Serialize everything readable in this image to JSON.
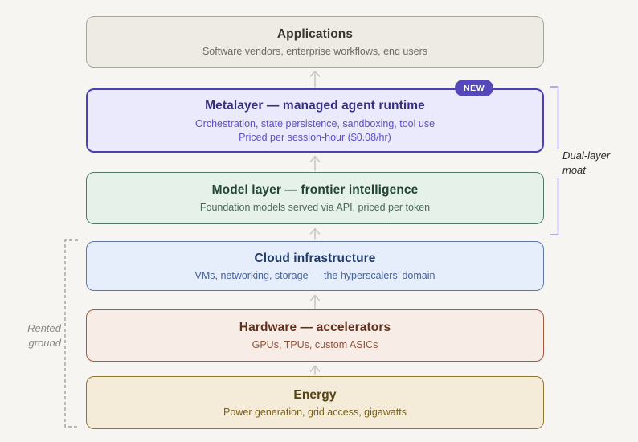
{
  "canvas": {
    "background": "#f6f5f2"
  },
  "layers": [
    {
      "id": "applications",
      "title": "Applications",
      "subtitle_lines": [
        "Software vendors, enterprise workflows, end users"
      ],
      "colors": {
        "fill": "#edebe4",
        "border": "#a7a499",
        "title": "#38362f",
        "subtitle": "#6d6b62"
      }
    },
    {
      "id": "metalayer",
      "title": "Metalayer — managed agent runtime",
      "subtitle_lines": [
        "Orchestration, state persistence, sandboxing, tool use",
        "Priced per session-hour ($0.08/hr)"
      ],
      "badge": "NEW",
      "colors": {
        "fill": "#ebe9fc",
        "border": "#4c41b4",
        "title": "#37307f",
        "subtitle": "#5b50c4",
        "badge_bg": "#5448ba",
        "badge_text": "#ffffff"
      }
    },
    {
      "id": "model",
      "title": "Model layer — frontier intelligence",
      "subtitle_lines": [
        "Foundation models served via API, priced per token"
      ],
      "colors": {
        "fill": "#e6f1ea",
        "border": "#51796a",
        "title": "#214534",
        "subtitle": "#4a6a58"
      }
    },
    {
      "id": "cloud",
      "title": "Cloud infrastructure",
      "subtitle_lines": [
        "VMs, networking, storage — the hyperscalers’ domain"
      ],
      "colors": {
        "fill": "#e7eefb",
        "border": "#5c79a5",
        "title": "#203d6d",
        "subtitle": "#46629a"
      }
    },
    {
      "id": "hardware",
      "title": "Hardware — accelerators",
      "subtitle_lines": [
        "GPUs, TPUs, custom ASICs"
      ],
      "colors": {
        "fill": "#f7ece6",
        "border": "#a55a41",
        "title": "#62301a",
        "subtitle": "#90533a"
      }
    },
    {
      "id": "energy",
      "title": "Energy",
      "subtitle_lines": [
        "Power generation, grid access, gigawatts"
      ],
      "colors": {
        "fill": "#f4ecd9",
        "border": "#917536",
        "title": "#564310",
        "subtitle": "#79601f"
      }
    }
  ],
  "annotations": {
    "right_label": {
      "lines": [
        "Dual-layer",
        "moat"
      ],
      "bracket_color": "#9e96d8",
      "text_color": "#2d2d2a"
    },
    "left_label": {
      "lines": [
        "Rented",
        "ground"
      ],
      "bracket_color": "#a3a19a",
      "text_color": "#8b8980"
    },
    "arrow_color": "#c9c7c2"
  }
}
